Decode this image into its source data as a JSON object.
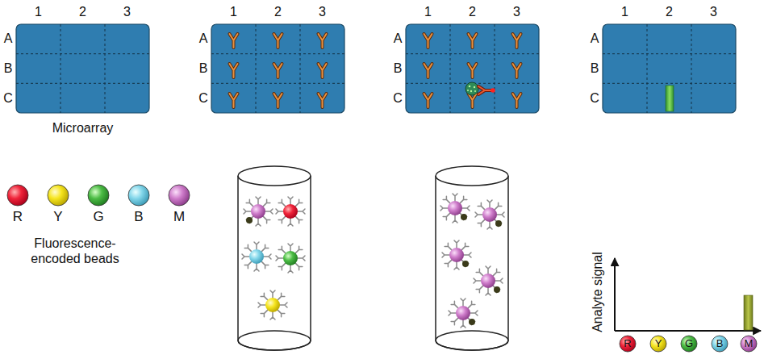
{
  "diagram": {
    "nodes": [
      {
        "text": [
          "R"
        ]
      },
      {
        "text": [
          "Y"
        ]
      },
      {
        "text": [
          "G"
        ]
      },
      {
        "text": [
          "B"
        ]
      },
      {
        "text": [
          "M"
        ]
      },
      {
        "text": [
          "R"
        ]
      },
      {
        "text": [
          "Y"
        ]
      },
      {
        "text": [
          "G"
        ]
      },
      {
        "text": [
          "B"
        ]
      },
      {
        "text": [
          "M"
        ]
      }
    ],
    "labels": [
      "1",
      "2",
      "3",
      "A",
      "B",
      "C",
      "Microarray",
      "1",
      "2",
      "3",
      "A",
      "B",
      "C",
      "1",
      "2",
      "3",
      "A",
      "B",
      "C",
      "1",
      "2",
      "3",
      "A",
      "B",
      "C",
      "Fluorescence-encoded beads",
      "Analyte signal"
    ]
  }
}
